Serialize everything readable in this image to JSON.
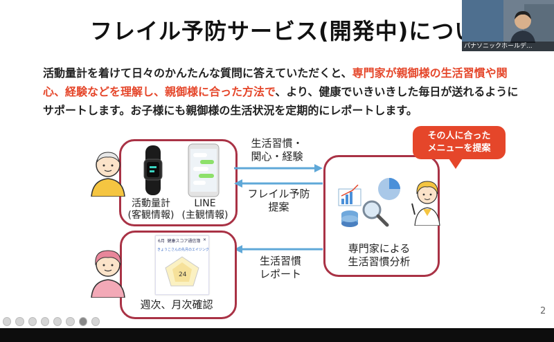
{
  "slide": {
    "title": "フレイル予防サービス(開発中)について",
    "intro": {
      "part1": "活動量計を着けて日々のかんたんな質問に答えていただくと、",
      "part2_highlight": "専門家が親御様の生活習慣や関心、経験などを理解し、親御様に合った方法で",
      "part3": "、より、健康でいきいきした毎日が送れるようにサポートします。お子様にも親御様の生活状況を定期的にレポートします。"
    },
    "left_box": {
      "device1_label": "活動量計\n(客観情報)",
      "device2_label": "LINE\n(主観情報)"
    },
    "arrows": {
      "top_right_label": "生活習慣・\n関心・経験",
      "middle_left_label": "フレイル予防\n提案",
      "bottom_left_label": "生活習慣\nレポート"
    },
    "speech_bubble": "その人に合った\nメニューを提案",
    "right_box_label": "専門家による\n生活習慣分析",
    "bottom_box_label": "週次、月次確認",
    "report_card": {
      "month": "6月",
      "title": "健康スコア通信簿",
      "subtitle": "きょうこさんの先月のエイジングスコア",
      "score": "24"
    },
    "page_number": "2"
  },
  "video": {
    "name": "パナソニックホールデ..."
  },
  "colors": {
    "accent_red": "#e5462a",
    "box_border": "#a93245",
    "arrow_blue": "#5fa8d8"
  }
}
